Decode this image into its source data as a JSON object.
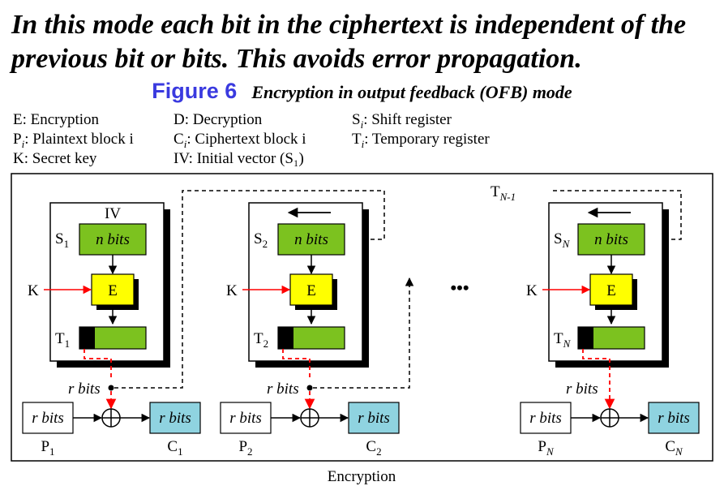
{
  "headline": "In this mode each bit in the ciphertext is independent of the previous bit or bits. This avoids error propagation.",
  "figure": {
    "number": "Figure 6",
    "caption": "Encryption in output feedback (OFB) mode"
  },
  "legend": [
    {
      "sym": "E",
      "sub": "",
      "text": ": Encryption"
    },
    {
      "sym": "D",
      "sub": "",
      "text": ": Decryption"
    },
    {
      "sym": "S",
      "sub": "i",
      "text": ": Shift register"
    },
    {
      "sym": "P",
      "sub": "i",
      "text": ": Plaintext block i"
    },
    {
      "sym": "C",
      "sub": "i",
      "text": ": Ciphertext block i"
    },
    {
      "sym": "T",
      "sub": "i",
      "text": ": Temporary register"
    },
    {
      "sym": "K",
      "sub": "",
      "text": ": Secret key"
    },
    {
      "sym": "IV",
      "sub": "",
      "text": ": Initial vector (S₁)"
    }
  ],
  "diagram": {
    "iv_label": "IV",
    "key_label": "K",
    "enc_label": "E",
    "nbits_label": "n bits",
    "rbits_label": "r bits",
    "ellipsis": "•••",
    "bottom_label": "Encryption",
    "stages": [
      {
        "s": "S",
        "s_sub": "1",
        "t": "T",
        "t_sub": "1",
        "p": "P",
        "p_sub": "1",
        "c": "C",
        "c_sub": "1"
      },
      {
        "s": "S",
        "s_sub": "2",
        "t": "T",
        "t_sub": "2",
        "p": "P",
        "p_sub": "2",
        "c": "C",
        "c_sub": "2"
      },
      {
        "s": "S",
        "s_sub": "N",
        "t": "T",
        "t_sub": "N",
        "p": "P",
        "p_sub": "N",
        "c": "C",
        "c_sub": "N"
      }
    ],
    "feedback_label": {
      "t": "T",
      "t_sub": "N-1"
    }
  },
  "colors": {
    "green": "#7cc21f",
    "yellow": "#ffff00",
    "cyan": "#8fd3e0",
    "red": "#ff0000",
    "blue": "#3a3adf"
  }
}
